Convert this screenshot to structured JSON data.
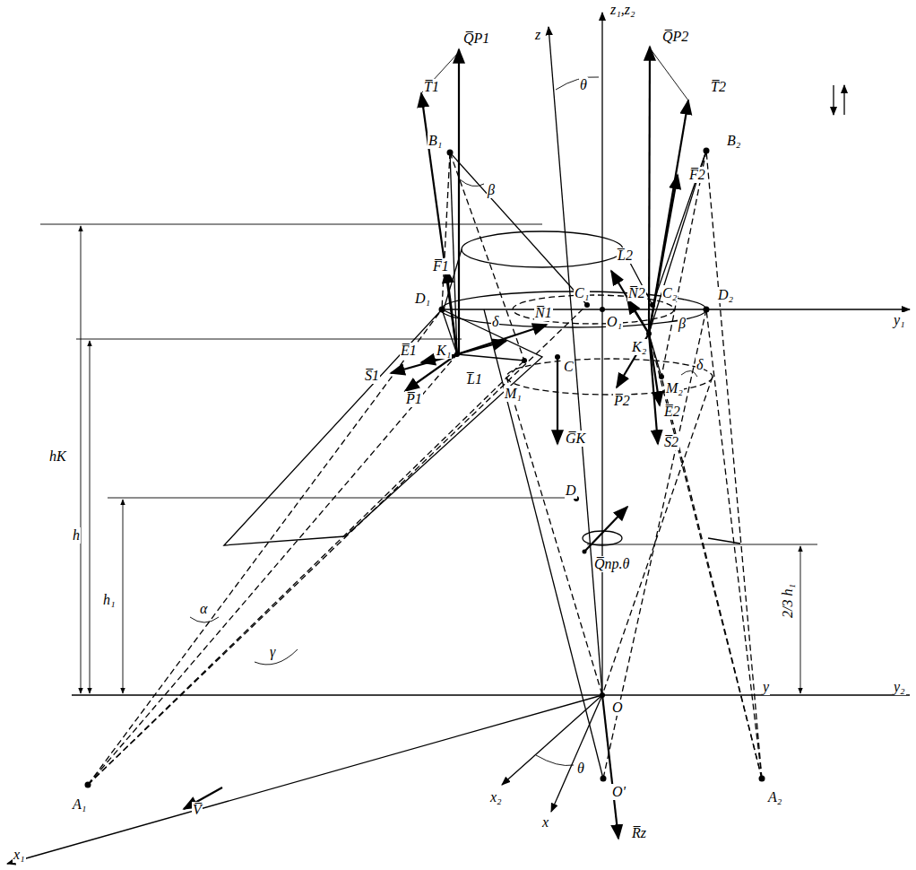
{
  "diagram": {
    "labels": [
      "z₁,z₂",
      "Q̅P1",
      "T̅1",
      "B₁",
      "β",
      "z",
      "θ",
      "Q̅P2",
      "T̅2",
      "B₂",
      "F̅2",
      "L̅2",
      "N̅2",
      "C₂",
      "D₂",
      "y₁",
      "F̅1",
      "D₁",
      "δ",
      "C₁",
      "O₁",
      "N̅1",
      "K₁",
      "E̅1",
      "L̅1",
      "S̅1",
      "P̅1",
      "M₁",
      "C",
      "β",
      "K₂",
      "P̅2",
      "M₂",
      "δ",
      "E̅2",
      "S̅2",
      "G̅K",
      "D",
      "Q̅пр.θ",
      "hK",
      "h",
      "h₁",
      "α",
      "γ",
      "2/3 h₁",
      "y",
      "y₂",
      "O",
      "A₁",
      "θ",
      "x₂",
      "x",
      "O'",
      "A₂",
      "R̅z",
      "V̅",
      "x₁"
    ]
  }
}
